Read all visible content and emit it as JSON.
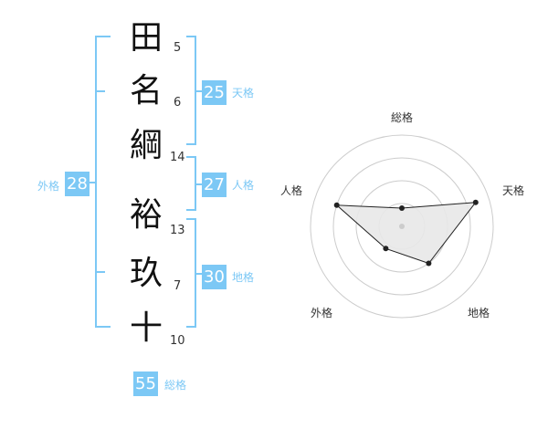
{
  "name": {
    "chars": [
      "田",
      "名",
      "綱",
      "裕",
      "玖",
      "十"
    ],
    "strokes": [
      "5",
      "6",
      "14",
      "13",
      "7",
      "10"
    ]
  },
  "scores": {
    "tenkaku": {
      "value": "25",
      "label": "天格"
    },
    "jinkaku": {
      "value": "27",
      "label": "人格"
    },
    "chikaku": {
      "value": "30",
      "label": "地格"
    },
    "gaikaku": {
      "value": "28",
      "label": "外格"
    },
    "soukaku": {
      "value": "55",
      "label": "総格"
    }
  },
  "radar": {
    "axis_labels": [
      "総格",
      "天格",
      "地格",
      "外格",
      "人格"
    ],
    "values": [
      0.2,
      0.85,
      0.5,
      0.3,
      0.75
    ],
    "rings": 4
  },
  "colors": {
    "accent": "#7cc8f5",
    "bracket": "#7cc8f5",
    "ring": "#cccccc",
    "radar_fill": "#e8e8e8",
    "radar_stroke": "#222222"
  }
}
